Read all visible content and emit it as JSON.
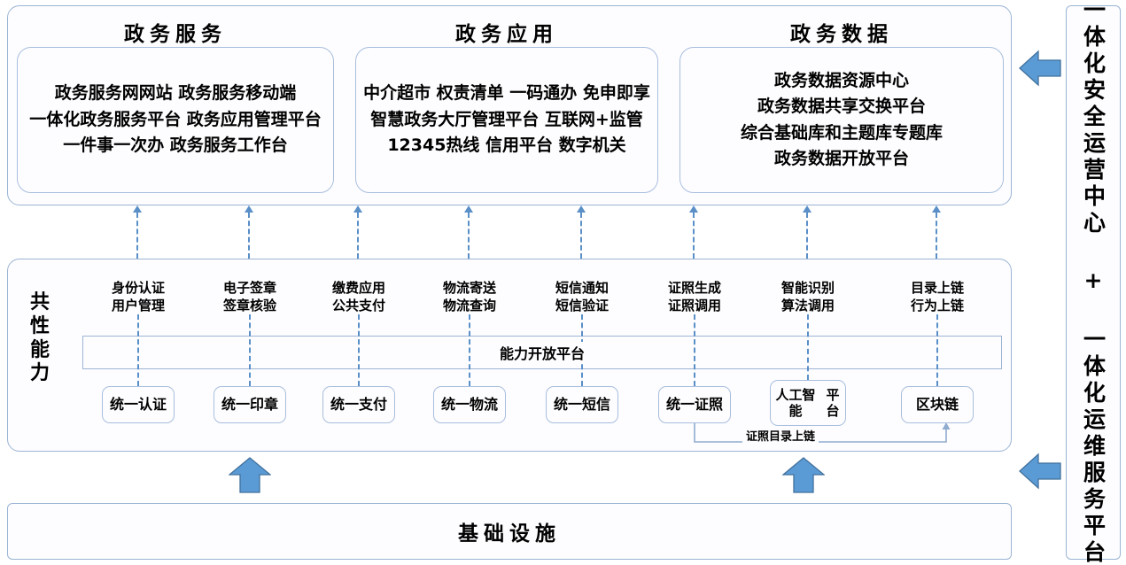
{
  "colors": {
    "arrow_blue": "#5b9bd5",
    "arrow_blue_stroke": "#41719c",
    "panel_border": "#9bb4d4",
    "dash_blue": "#5a8fc7"
  },
  "top_row": {
    "groups": [
      {
        "title": "政务服务",
        "lines": [
          "政务服务网网站 政务服务移动端",
          "一体化政务服务平台 政务应用管理平台",
          "一件事一次办 政务服务工作台"
        ]
      },
      {
        "title": "政务应用",
        "lines": [
          "中介超市 权责清单 一码通办 免申即享",
          "智慧政务大厅管理平台 互联网+监管",
          "12345热线 信用平台 数字机关"
        ]
      },
      {
        "title": "政务数据",
        "lines": [
          "政务数据资源中心",
          "政务数据共享交换平台",
          "综合基础库和主题库专题库",
          "政务数据开放平台"
        ]
      }
    ]
  },
  "capability": {
    "side_label": "共性能力",
    "open_platform_label": "能力开放平台",
    "columns": [
      {
        "head_line1": "身份认证",
        "head_line2": "用户管理",
        "box": "统一认证",
        "box_line2": ""
      },
      {
        "head_line1": "电子签章",
        "head_line2": "签章核验",
        "box": "统一印章",
        "box_line2": ""
      },
      {
        "head_line1": "缴费应用",
        "head_line2": "公共支付",
        "box": "统一支付",
        "box_line2": ""
      },
      {
        "head_line1": "物流寄送",
        "head_line2": "物流查询",
        "box": "统一物流",
        "box_line2": ""
      },
      {
        "head_line1": "短信通知",
        "head_line2": "短信验证",
        "box": "统一短信",
        "box_line2": ""
      },
      {
        "head_line1": "证照生成",
        "head_line2": "证照调用",
        "box": "统一证照",
        "box_line2": ""
      },
      {
        "head_line1": "智能识别",
        "head_line2": "算法调用",
        "box": "人工智能",
        "box_line2": "平台"
      },
      {
        "head_line1": "目录上链",
        "head_line2": "行为上链",
        "box": "区块链",
        "box_line2": ""
      }
    ],
    "cert_chain_label": "证照目录上链"
  },
  "infrastructure": {
    "label": "基础设施"
  },
  "sidebar": {
    "label": "一体化安全运营中心 + 一体化运维服务平台"
  }
}
